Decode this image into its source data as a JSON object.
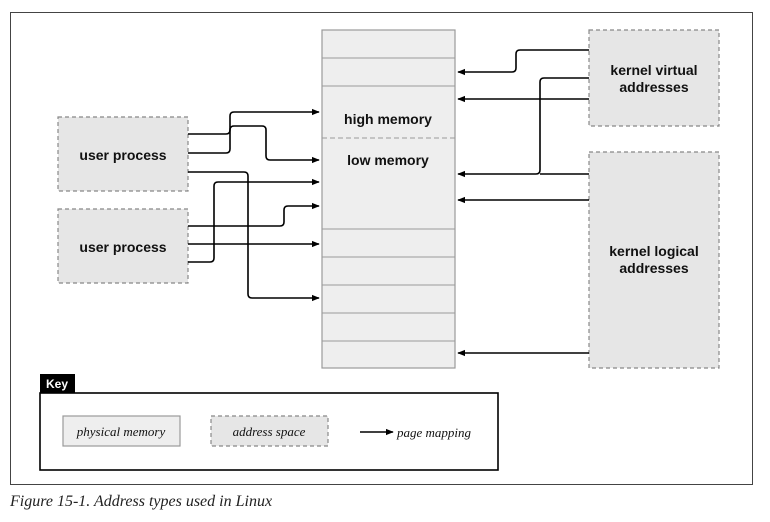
{
  "diagram": {
    "memory": {
      "high_label": "high memory",
      "low_label": "low memory"
    },
    "user_processes": [
      {
        "label": "user process"
      },
      {
        "label": "user process"
      }
    ],
    "kernel_virtual": {
      "line1": "kernel virtual",
      "line2": "addresses"
    },
    "kernel_logical": {
      "line1": "kernel logical",
      "line2": "addresses"
    }
  },
  "key": {
    "title": "Key",
    "physical_memory": "physical memory",
    "address_space": "address space",
    "page_mapping": "page mapping"
  },
  "caption": "Figure 15-1. Address types used in Linux",
  "colors": {
    "box_fill": "#e6e6e6",
    "memory_fill": "#eeeeee",
    "line": "#000000",
    "key_tab": "#000000"
  }
}
